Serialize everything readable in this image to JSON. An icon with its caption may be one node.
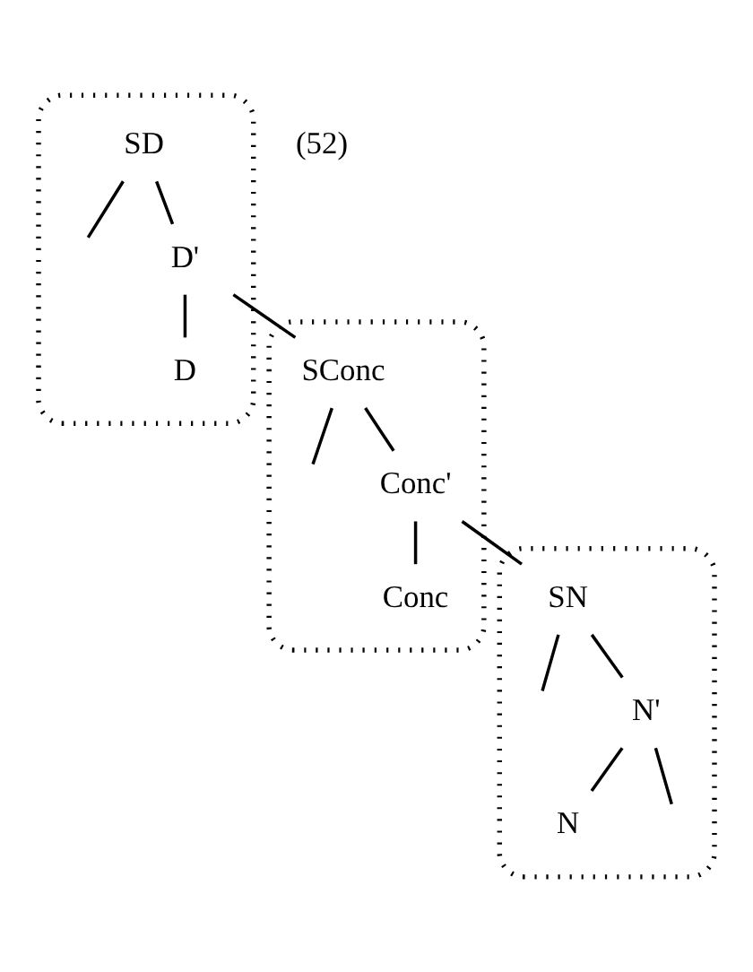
{
  "diagram": {
    "nodes": [
      {
        "text": [],
        "shape": "ellipse"
      },
      {
        "text": [
          "SD"
        ],
        "in": 0
      },
      {
        "text": [
          "D'"
        ],
        "in": 0
      },
      {
        "text": [
          "D"
        ],
        "in": 0
      },
      {
        "text": [],
        "shape": "ellipse"
      },
      {
        "text": [
          "SConc"
        ],
        "in": 4
      },
      {
        "text": [
          "Conc'"
        ],
        "in": 4
      },
      {
        "text": [
          "Conc"
        ],
        "in": 4
      },
      {
        "text": [],
        "shape": "ellipse"
      },
      {
        "text": [
          "SN"
        ],
        "in": 8
      },
      {
        "text": [
          "N'"
        ],
        "in": 8
      },
      {
        "text": [
          "N"
        ],
        "in": 8
      }
    ],
    "edges": [
      {
        "from": 1,
        "to": null,
        "arrow": "none"
      },
      {
        "from": 1,
        "to": 2,
        "arrow": "none"
      },
      {
        "from": 2,
        "to": 3,
        "arrow": "none"
      },
      {
        "from": 2,
        "to": 5,
        "arrow": "none"
      },
      {
        "from": 5,
        "to": null,
        "arrow": "none"
      },
      {
        "from": 5,
        "to": 6,
        "arrow": "none"
      },
      {
        "from": 6,
        "to": 7,
        "arrow": "none"
      },
      {
        "from": 6,
        "to": 9,
        "arrow": "none"
      },
      {
        "from": 9,
        "to": null,
        "arrow": "none"
      },
      {
        "from": 9,
        "to": 10,
        "arrow": "none"
      },
      {
        "from": 10,
        "to": 11,
        "arrow": "none"
      },
      {
        "from": 10,
        "to": null,
        "arrow": "none"
      }
    ],
    "labels": [
      "(52)"
    ]
  }
}
